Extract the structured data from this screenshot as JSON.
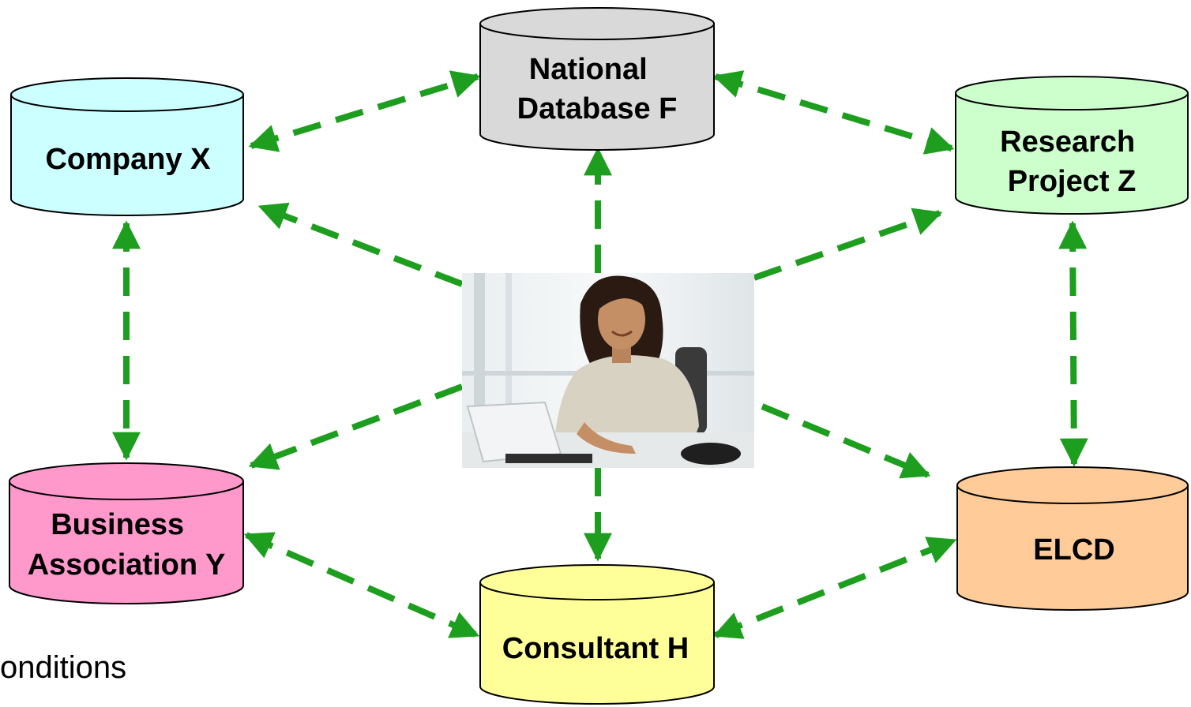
{
  "nodes": {
    "national": {
      "lines": [
        "National",
        "Database F"
      ],
      "color": "#d9d9d9"
    },
    "company": {
      "lines": [
        "Company X"
      ],
      "color": "#ccffff"
    },
    "research": {
      "lines": [
        "Research",
        "Project Z"
      ],
      "color": "#ccffcc"
    },
    "business": {
      "lines": [
        "Business",
        "Association Y"
      ],
      "color": "#ff99cc"
    },
    "consultant": {
      "lines": [
        "Consultant H"
      ],
      "color": "#ffff99"
    },
    "elcd": {
      "lines": [
        "ELCD"
      ],
      "color": "#ffcc99"
    }
  },
  "arrow_color": "#1e9e1e",
  "center_image": "woman-at-desk-with-laptop",
  "footer_text": "onditions"
}
